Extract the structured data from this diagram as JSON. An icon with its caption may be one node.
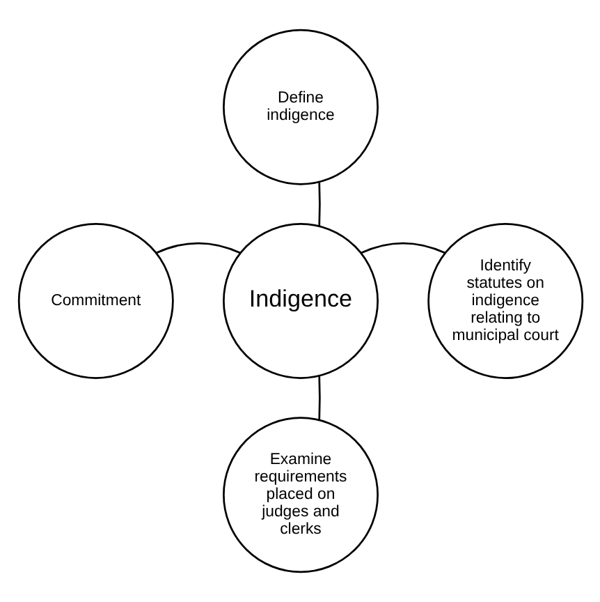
{
  "diagram": {
    "nodes": [
      {
        "text": [
          "Define indigence"
        ]
      },
      {
        "text": [
          "Commitment"
        ]
      },
      {
        "text": [
          "Indigence"
        ]
      },
      {
        "text": [
          "Identify statutes on indigence relating to municipal court"
        ]
      },
      {
        "text": [
          "Examine requirements placed on judges and clerks"
        ]
      }
    ],
    "edges": [
      {
        "from": 2,
        "to": 0,
        "arrow": "none"
      },
      {
        "from": 2,
        "to": 3,
        "arrow": "none"
      },
      {
        "from": 2,
        "to": 4,
        "arrow": "none"
      },
      {
        "from": 2,
        "to": 1,
        "arrow": "none"
      }
    ]
  }
}
